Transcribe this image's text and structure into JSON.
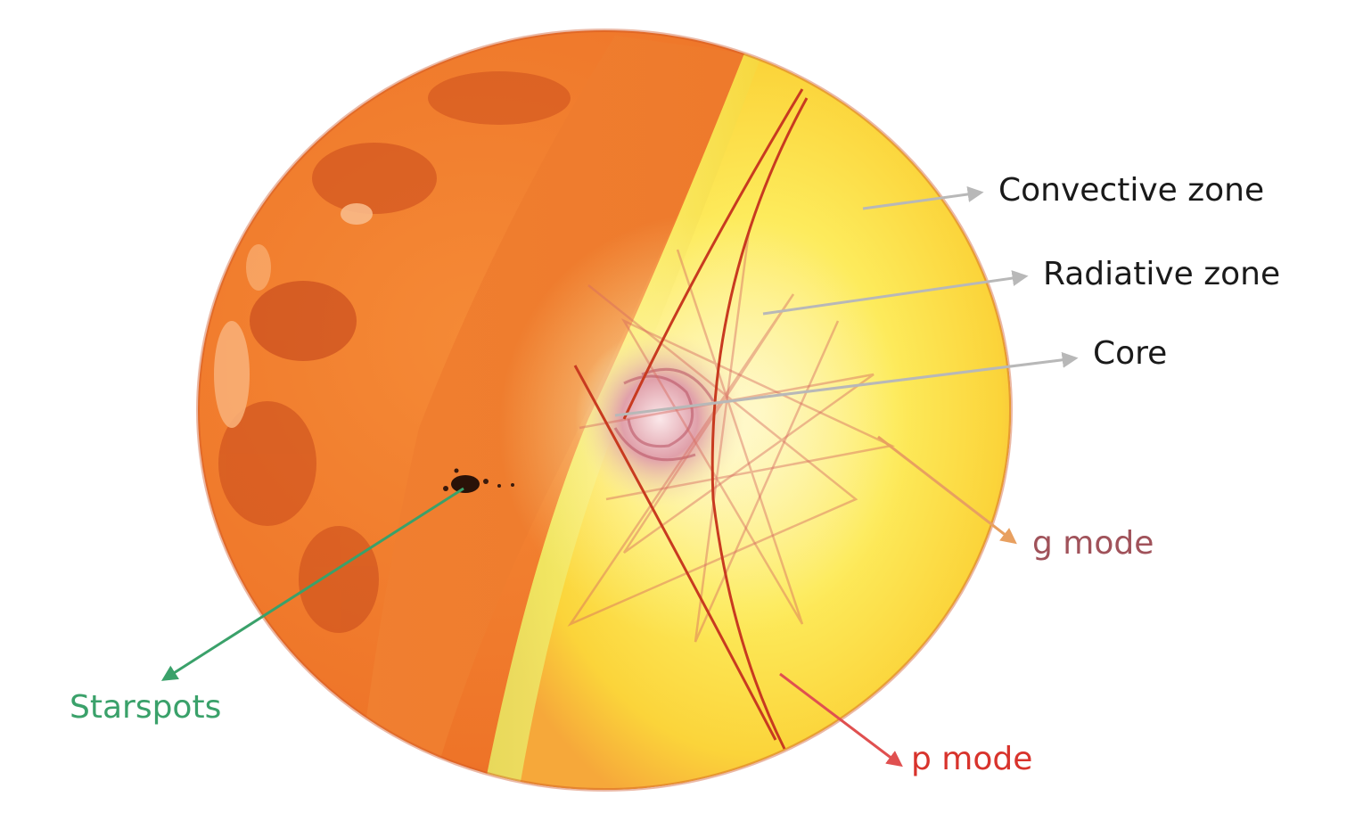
{
  "diagram": {
    "labels": {
      "convective_zone": "Convective zone",
      "radiative_zone": "Radiative zone",
      "core": "Core",
      "g_mode": "g mode",
      "p_mode": "p mode",
      "starspots": "Starspots"
    },
    "colors": {
      "structure_text": "#1a1a1a",
      "structure_arrow": "#b8b8b8",
      "g_mode": "#a0525a",
      "g_mode_arrow": "#e8a060",
      "p_mode": "#d8332c",
      "p_mode_arrow": "#e05050",
      "starspots": "#3aa16a",
      "surface_orange": "#f07a28",
      "interior_yellow": "#fbe14a",
      "core_pink": "#d47a8a"
    }
  }
}
